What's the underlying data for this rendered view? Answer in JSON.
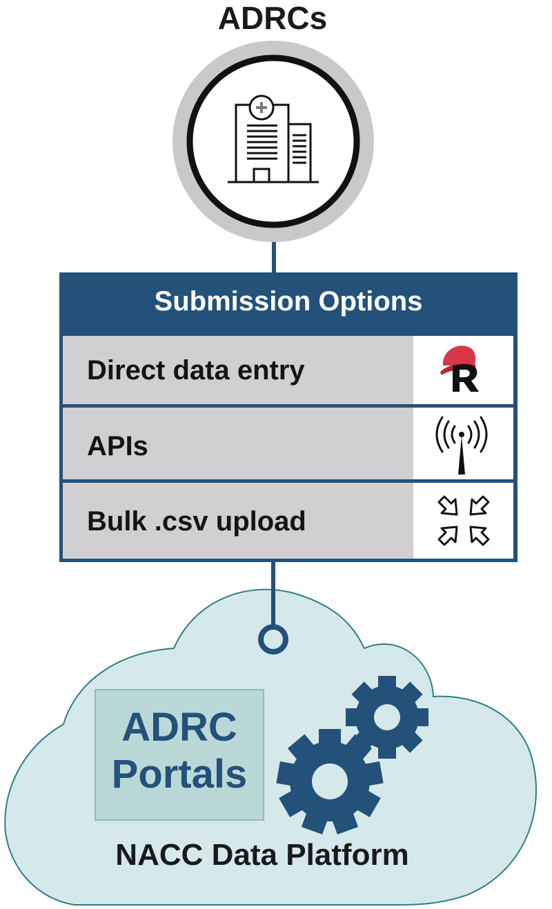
{
  "top": {
    "title": "ADRCs",
    "icon": "hospital-building-icon"
  },
  "submission": {
    "header": "Submission Options",
    "options": [
      {
        "label": "Direct data entry",
        "icon": "redcap-logo-icon"
      },
      {
        "label": "APIs",
        "icon": "antenna-signal-icon"
      },
      {
        "label": "Bulk .csv upload",
        "icon": "compress-arrows-icon"
      }
    ]
  },
  "platform": {
    "portal_line1": "ADRC",
    "portal_line2": "Portals",
    "name": "NACC Data Platform",
    "icon": "gears-icon"
  },
  "colors": {
    "navy": "#245179",
    "ring_gray": "#c9c9cc",
    "row_gray": "#d0d0d2",
    "cloud_fill": "#d5e8ea",
    "cloud_stroke": "#2d7f86",
    "portal_fill": "#bad8d8",
    "redcap_red": "#d8374a"
  }
}
